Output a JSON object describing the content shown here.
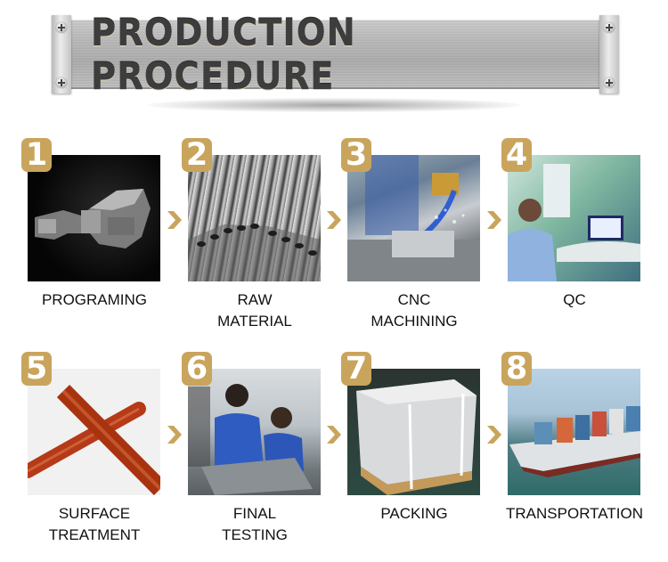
{
  "banner": {
    "title": "PRODUCTION PROCEDURE"
  },
  "colors": {
    "badge": "#c9a45c",
    "arrow": "#c9a45c",
    "label_text": "#111111",
    "banner_text": "#3d3d3d"
  },
  "steps": [
    {
      "number": "1",
      "label_line1": "PROGRAMING",
      "label_line2": "",
      "image": "3d-cad-model-on-black"
    },
    {
      "number": "2",
      "label_line1": "RAW",
      "label_line2": "MATERIAL",
      "image": "stacked-metal-tubes"
    },
    {
      "number": "3",
      "label_line1": "CNC",
      "label_line2": "MACHINING",
      "image": "cnc-mill-with-coolant"
    },
    {
      "number": "4",
      "label_line1": "QC",
      "label_line2": "",
      "image": "inspector-at-measuring-machine"
    },
    {
      "number": "5",
      "label_line1": "SURFACE",
      "label_line2": "TREATMENT",
      "image": "red-anodized-rods"
    },
    {
      "number": "6",
      "label_line1": "FINAL",
      "label_line2": "TESTING",
      "image": "workers-inspecting-part"
    },
    {
      "number": "7",
      "label_line1": "PACKING",
      "label_line2": "",
      "image": "wrapped-pallet"
    },
    {
      "number": "8",
      "label_line1": "TRANSPORTATION",
      "label_line2": "",
      "image": "container-ship"
    }
  ],
  "arrow_icon": "chevron-right-icon"
}
